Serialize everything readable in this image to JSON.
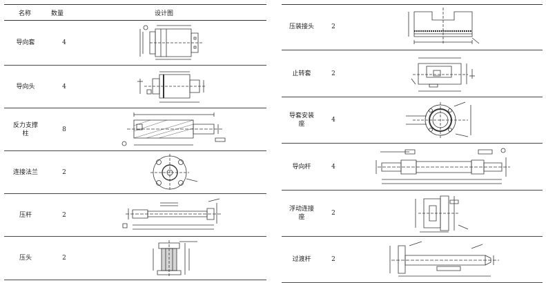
{
  "header": {
    "name": "名称",
    "qty": "数量",
    "design": "设计图"
  },
  "left_rows": [
    {
      "name": "导向套",
      "qty": "4",
      "icon": "guide-sleeve-drawing"
    },
    {
      "name": "导向头",
      "qty": "4",
      "icon": "guide-head-drawing"
    },
    {
      "name": "反力支撑柱",
      "qty": "8",
      "icon": "reaction-support-column-drawing"
    },
    {
      "name": "连接法兰",
      "qty": "2",
      "icon": "connecting-flange-drawing"
    },
    {
      "name": "压杆",
      "qty": "2",
      "icon": "press-rod-drawing"
    },
    {
      "name": "压头",
      "qty": "2",
      "icon": "press-head-drawing"
    }
  ],
  "right_rows": [
    {
      "name": "压装接头",
      "qty": "2",
      "icon": "press-fit-joint-drawing"
    },
    {
      "name": "止转套",
      "qty": "2",
      "icon": "anti-rotation-sleeve-drawing"
    },
    {
      "name": "导套安装座",
      "qty": "4",
      "icon": "guide-sleeve-mount-drawing"
    },
    {
      "name": "导向杆",
      "qty": "4",
      "icon": "guide-rod-drawing"
    },
    {
      "name": "浮动连接座",
      "qty": "2",
      "icon": "floating-connection-seat-drawing"
    },
    {
      "name": "过渡杆",
      "qty": "2",
      "icon": "transition-rod-drawing"
    }
  ]
}
